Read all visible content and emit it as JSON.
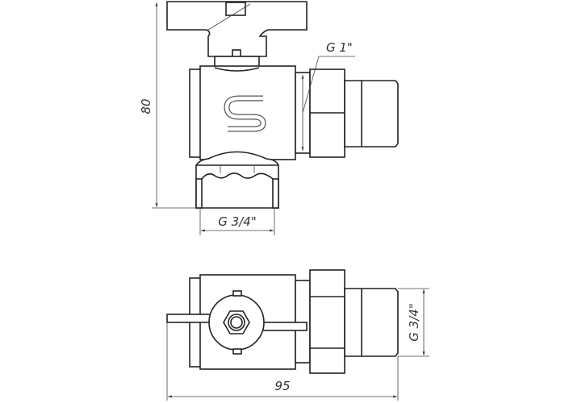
{
  "labels": {
    "height_dim": "80",
    "length_dim": "95",
    "outlet_thread": "G 1\"",
    "bottom_thread": "G 3/4\"",
    "side_thread": "G 3/4\""
  },
  "logo_text": "S"
}
